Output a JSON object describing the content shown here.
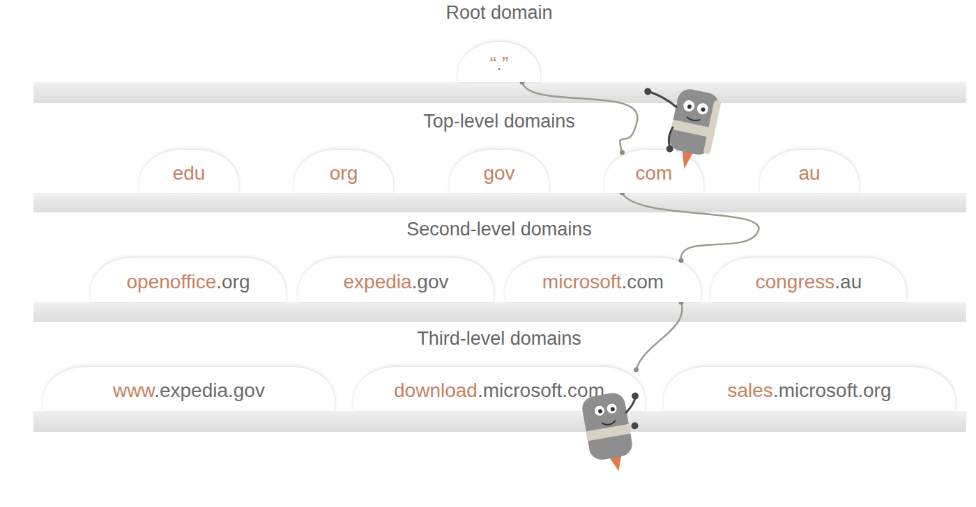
{
  "diagram": {
    "nodes": [
      {
        "text": [
          "“.”"
        ]
      },
      {
        "text": [
          "edu"
        ]
      },
      {
        "text": [
          "org"
        ]
      },
      {
        "text": [
          "gov"
        ]
      },
      {
        "text": [
          "com"
        ]
      },
      {
        "text": [
          "au"
        ]
      },
      {
        "text": [
          "openoffice",
          ".org"
        ]
      },
      {
        "text": [
          "expedia",
          ".gov"
        ]
      },
      {
        "text": [
          "microsoft",
          ".com"
        ]
      },
      {
        "text": [
          "congress",
          ".au"
        ]
      },
      {
        "text": [
          "www",
          ".expedia.gov"
        ]
      },
      {
        "text": [
          "download",
          ".microsoft.com"
        ]
      },
      {
        "text": [
          "sales",
          ".microsoft.org"
        ]
      }
    ],
    "edges": [
      {
        "from": 0,
        "to": 4,
        "arrow": "none"
      },
      {
        "from": 4,
        "to": 8,
        "arrow": "none"
      },
      {
        "from": 8,
        "to": 11,
        "arrow": "none"
      }
    ],
    "labels": [
      "Root domain",
      "Top-level domains",
      "Second-level domains",
      "Third-level domains"
    ]
  }
}
